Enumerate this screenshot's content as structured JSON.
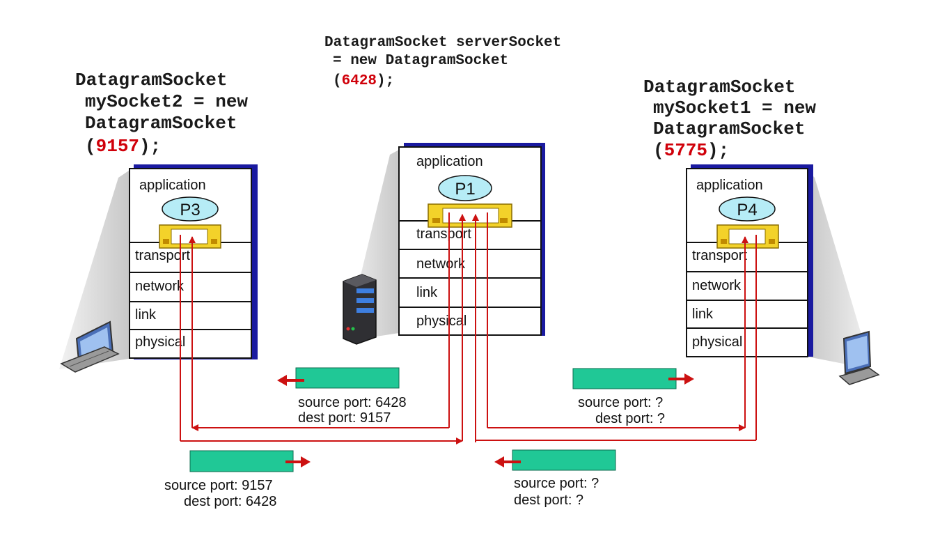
{
  "code_left": {
    "line1": "DatagramSocket",
    "line2": "mySocket2 = new",
    "line3": "DatagramSocket",
    "open": "(",
    "port": "9157",
    "close": ");"
  },
  "code_center": {
    "line1": "DatagramSocket serverSocket",
    "line2": "= new DatagramSocket",
    "open": "(",
    "port": "6428",
    "close": ");"
  },
  "code_right": {
    "line1": "DatagramSocket",
    "line2": "mySocket1 = new",
    "line3": "DatagramSocket",
    "open": "(",
    "port": "5775",
    "close": ");"
  },
  "stacks": {
    "left": {
      "layers": [
        "application",
        "transport",
        "network",
        "link",
        "physical"
      ],
      "process": "P3"
    },
    "center": {
      "layers": [
        "application",
        "transport",
        "network",
        "link",
        "physical"
      ],
      "process": "P1"
    },
    "right": {
      "layers": [
        "application",
        "transport",
        "network",
        "link",
        "physical"
      ],
      "process": "P4"
    }
  },
  "segments": {
    "server_to_left": {
      "source": "source port: 6428",
      "dest": "dest port: 9157"
    },
    "left_to_server": {
      "source": "source port: 9157",
      "dest": "dest port: 6428"
    },
    "server_to_right": {
      "source": "source port: ?",
      "dest": "dest port: ?"
    },
    "right_to_server": {
      "source": "source port: ?",
      "dest": "dest port: ?"
    }
  },
  "colors": {
    "packet": "#20c896",
    "arrow": "#cc1111",
    "socket": "#f3d22a",
    "process": "#b6ecf6",
    "stack_shadow": "#1a1aa0"
  }
}
